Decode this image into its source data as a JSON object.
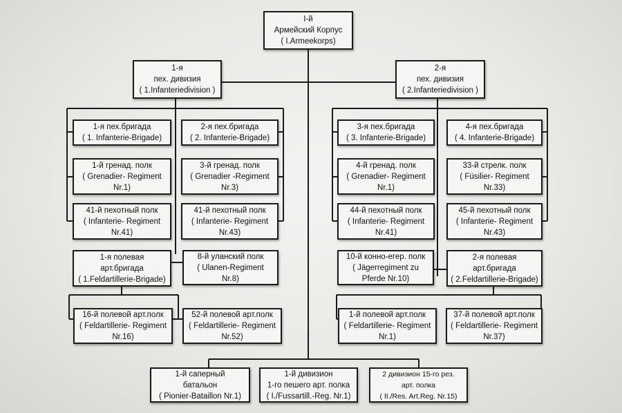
{
  "corps": {
    "line1": "I-й",
    "line2": "Армейский Корпус",
    "line3": "( I.Armeekorps)"
  },
  "div1": {
    "line1": "1-я",
    "line2": "пех. дивизия",
    "line3": "( 1.Infanteriedivision )"
  },
  "div2": {
    "line1": "2-я",
    "line2": "пех. дивизия",
    "line3": "( 2.Infanteriedivision )"
  },
  "units": {
    "b1": {
      "line1": "1-я  пех.бригада",
      "line2": "( 1. Infanterie-Brigade)"
    },
    "b2": {
      "line1": "2-я  пех.бригада",
      "line2": "( 2. Infanterie-Brigade)"
    },
    "b3": {
      "line1": "3-я  пех.бригада",
      "line2": "( 3. Infanterie-Brigade)"
    },
    "b4": {
      "line1": "4-я  пех.бригада",
      "line2": "( 4. Infanterie-Brigade)"
    },
    "r1": {
      "line1": "1-й  гренад. полк",
      "line2": "( Grenadier- Regiment",
      "line3": "Nr.1)"
    },
    "r3": {
      "line1": "3-й  гренад. полк",
      "line2": "( Grenadier -Regiment",
      "line3": "Nr.3)"
    },
    "r4": {
      "line1": "4-й  гренад. полк",
      "line2": "( Grenadier- Regiment",
      "line3": "Nr.1)"
    },
    "r33": {
      "line1": "33-й  стрелк. полк",
      "line2": "( Füsilier- Regiment",
      "line3": "Nr.33)"
    },
    "r41a": {
      "line1": "41-й  пехотный полк",
      "line2": "( Infanterie- Regiment",
      "line3": "Nr.41)"
    },
    "r41b": {
      "line1": "41-й  пехотный полк",
      "line2": "( Infanterie- Regiment",
      "line3": "Nr.43)"
    },
    "r44": {
      "line1": "44-й  пехотный полк",
      "line2": "( Infanterie- Regiment",
      "line3": "Nr.41)"
    },
    "r45": {
      "line1": "45-й  пехотный полк",
      "line2": "( Infanterie- Regiment",
      "line3": "Nr.43)"
    },
    "ab1": {
      "line1": "1-я  полевая",
      "line2": "арт.бригада",
      "line3": "( 1.Feldartillerie-Brigade)"
    },
    "ul8": {
      "line1": "8-й  уланский полк",
      "line2": "( Ulanen-Regiment",
      "line3": "Nr.8)"
    },
    "jr10": {
      "line1": "10-й  конно-егер. полк",
      "line2": "( Jägerregiment zu",
      "line3": "Pferde Nr.10)"
    },
    "ab2": {
      "line1": "2-я  полевая",
      "line2": "арт.бригада",
      "line3": "( 2.Feldartillerie-Brigade)"
    },
    "fa16": {
      "line1": "16-й полевой арт.полк",
      "line2": "( Feldartillerie- Regiment",
      "line3": "Nr.16)"
    },
    "fa52": {
      "line1": "52-й полевой арт.полк",
      "line2": "( Feldartillerie- Regiment",
      "line3": "Nr.52)"
    },
    "fa1": {
      "line1": "1-й полевой арт.полк",
      "line2": "( Feldartillerie- Regiment",
      "line3": "Nr.1)"
    },
    "fa37": {
      "line1": "37-й полевой арт.полк",
      "line2": "( Feldartillerie- Regiment",
      "line3": "Nr.37)"
    },
    "pio": {
      "line1": "1-й  саперный",
      "line2": "батальон",
      "line3": "( Pionier-Bataillon  Nr.1)"
    },
    "fus": {
      "line1": "1-й  дивизион",
      "line2": "1-го пешего арт. полка",
      "line3": "( I./Fussartill.-Reg. Nr.1)"
    },
    "res": {
      "line1": "2 дивизион  15-го рез.",
      "line2": "арт. полка",
      "line3": "( II./Res. Art.Reg. Nr.15)"
    }
  }
}
